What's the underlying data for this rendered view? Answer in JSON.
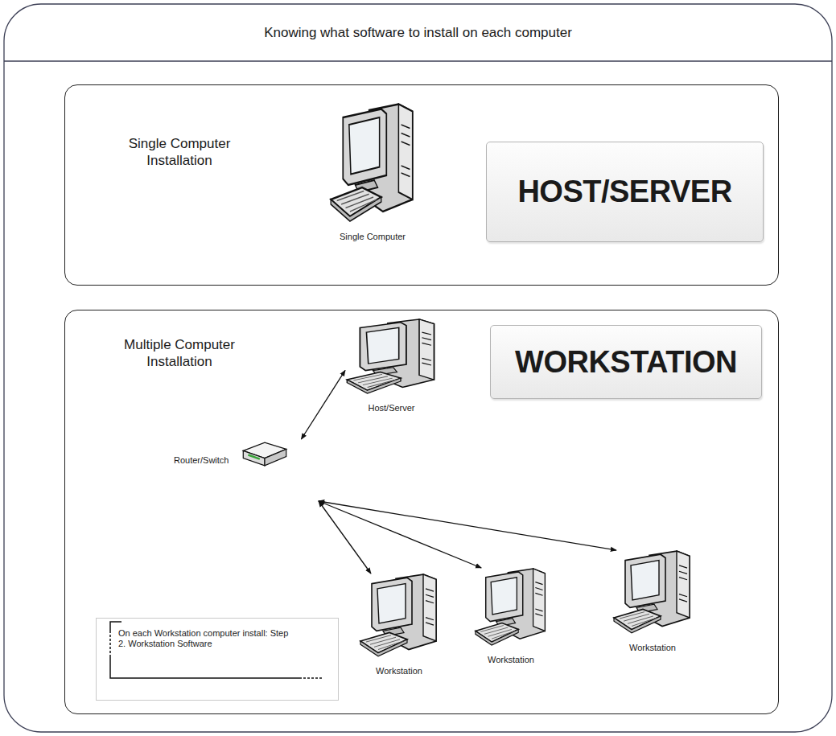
{
  "diagram": {
    "title": "Knowing what software to install on each computer",
    "nodes": [
      {
        "text": [
          "Single Computer Installation"
        ]
      },
      {
        "text": [
          "Single Computer"
        ],
        "in": 0
      },
      {
        "text": [
          "HOST/SERVER"
        ],
        "in": 0
      },
      {
        "text": [
          "Multiple Computer Installation"
        ]
      },
      {
        "text": [
          "Host/Server"
        ],
        "in": 3
      },
      {
        "text": [
          "WORKSTATION"
        ],
        "in": 3
      },
      {
        "text": [
          "Router/Switch"
        ],
        "in": 3
      },
      {
        "text": [
          "On each Workstation computer install: Step 2. Workstation Software"
        ],
        "in": 3
      },
      {
        "text": [
          "Workstation"
        ],
        "in": 3
      },
      {
        "text": [
          "Workstation"
        ],
        "in": 3
      },
      {
        "text": [
          "Workstation"
        ],
        "in": 3
      }
    ],
    "edges": [
      {
        "from": 6,
        "to": 4,
        "arrow": "both"
      },
      {
        "from": 6,
        "to": 8,
        "arrow": "both"
      },
      {
        "from": 6,
        "to": 9,
        "arrow": "both"
      },
      {
        "from": 6,
        "to": 10,
        "arrow": "both"
      }
    ]
  }
}
